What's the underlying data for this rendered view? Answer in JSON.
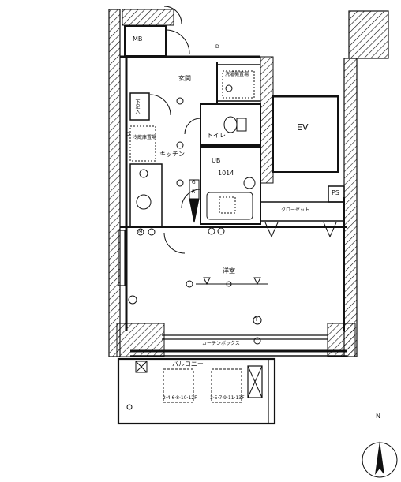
{
  "labels": {
    "mb": "MB",
    "entrance": "玄関",
    "laundry": "洗濯機置場",
    "shoe_storage": "下足入",
    "toilet": "トイレ",
    "fridge": "冷蔵庫置場",
    "kitchen": "キッチン",
    "ub": "UB",
    "ub_size": "1014",
    "ev": "EV",
    "ps": "PS",
    "closet": "クローゼット",
    "western_room": "洋室",
    "curtain_box": "カーテンボックス",
    "balcony": "バルコニー",
    "floors_left": "2·4·6·8·10·12F",
    "floors_right": "3·5·7·9·11·13F",
    "north": "N",
    "symbol_d": "D",
    "symbol_m": "M",
    "symbol_g": "G",
    "symbol_r": "R",
    "symbol_t": "T"
  }
}
